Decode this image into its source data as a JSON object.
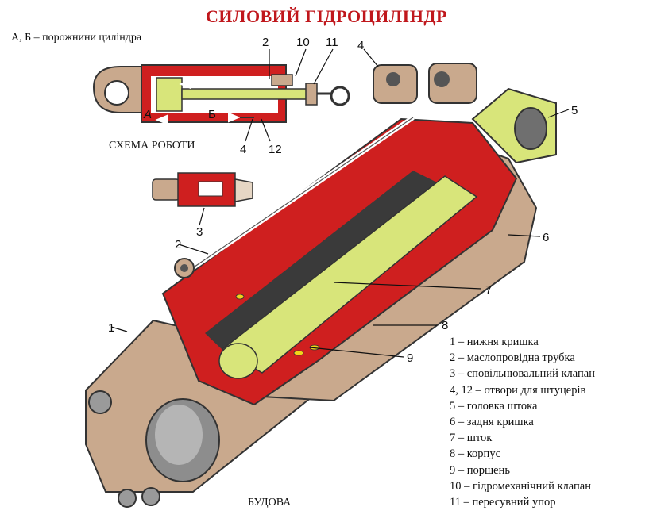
{
  "title": "СИЛОВИЙ ГІДРОЦИЛІНДР",
  "subtitle": "А, Б – порожнини циліндра",
  "scheme_caption": "СХЕМА РОБОТИ",
  "build_caption": "БУДОВА",
  "cavity_labels": {
    "a": "А",
    "b": "Б"
  },
  "callouts": {
    "c1": "1",
    "c2": "2",
    "c2s": "2",
    "c3": "3",
    "c4": "4",
    "c4s": "4",
    "c5": "5",
    "c6": "6",
    "c7": "7",
    "c8": "8",
    "c9": "9",
    "c10": "10",
    "c11": "11",
    "c12": "12"
  },
  "legend": [
    "1 – нижня кришка",
    "2 – маслопровідна трубка",
    "3 – сповільнювальний клапан",
    "4, 12 – отвори для штуцерів",
    "5 – головка штока",
    "6 – задня кришка",
    "7 – шток",
    "8 – корпус",
    "9 – поршень",
    "10 – гідромеханічний клапан",
    "11 – пересувний упор"
  ],
  "colors": {
    "title": "#c0171c",
    "section_red": "#cf1f1f",
    "rod_green": "#d8e57a",
    "body_tan": "#c9a98d",
    "body_shadow": "#a8876c"
  }
}
